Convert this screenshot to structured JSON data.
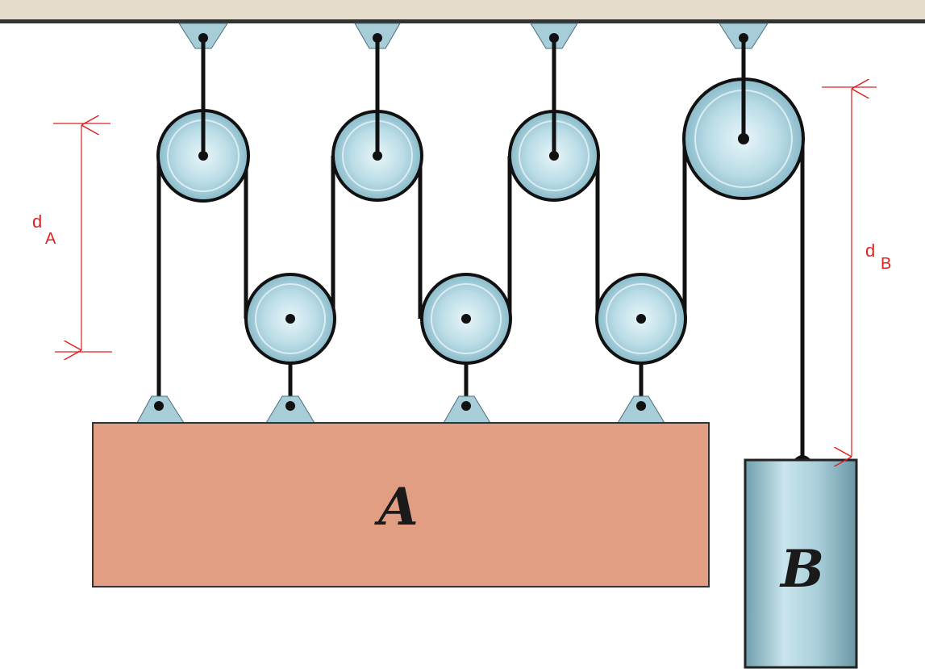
{
  "blocks": {
    "a": {
      "label": "A",
      "fill": "#e19e83"
    },
    "b": {
      "label": "B",
      "fill": "#9fc6d0"
    }
  },
  "dimensions": {
    "da": {
      "main": "d",
      "sub": "A"
    },
    "db": {
      "main": "d",
      "sub": "B"
    },
    "color": "#e02020"
  },
  "colors": {
    "ceiling": "#e6dccb",
    "pulley": "#b9dce6",
    "mount": "#a7cdd9",
    "rope": "#111111"
  }
}
